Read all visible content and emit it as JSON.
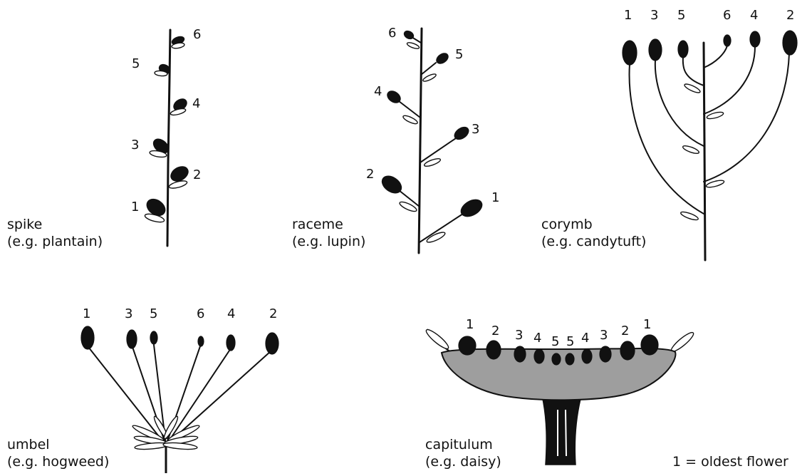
{
  "colors": {
    "ink": "#111111",
    "receptacle": "#9e9e9e",
    "background": "#ffffff"
  },
  "spike": {
    "name": "spike",
    "example": "(e.g. plantain)",
    "numbers": [
      "1",
      "2",
      "3",
      "4",
      "5",
      "6"
    ]
  },
  "raceme": {
    "name": "raceme",
    "example": "(e.g. lupin)",
    "numbers": [
      "1",
      "2",
      "3",
      "4",
      "5",
      "6"
    ]
  },
  "corymb": {
    "name": "corymb",
    "example": "(e.g. candytuft)",
    "numbers": [
      "1",
      "3",
      "5",
      "6",
      "4",
      "2"
    ]
  },
  "umbel": {
    "name": "umbel",
    "example": "(e.g. hogweed)",
    "numbers": [
      "1",
      "3",
      "5",
      "6",
      "4",
      "2"
    ]
  },
  "capitulum": {
    "name": "capitulum",
    "example": "(e.g. daisy)",
    "numbers": [
      "1",
      "2",
      "3",
      "4",
      "5",
      "5",
      "4",
      "3",
      "2",
      "1"
    ]
  },
  "legend": "1 = oldest flower"
}
